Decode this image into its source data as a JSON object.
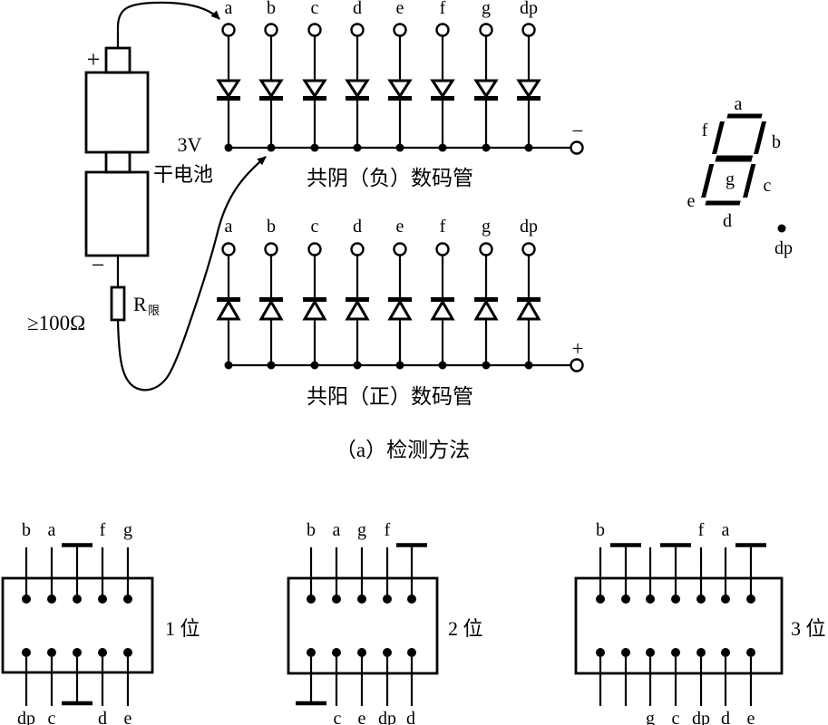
{
  "figure": {
    "caption": "（a）检测方法"
  },
  "test_circuit": {
    "battery": {
      "plus_sign": "+",
      "minus_sign": "−",
      "voltage": "3V",
      "name": "干电池"
    },
    "resistor": {
      "symbol": "R",
      "subscript": "限",
      "value": "≥100Ω"
    },
    "pin_labels": [
      "a",
      "b",
      "c",
      "d",
      "e",
      "f",
      "g",
      "dp"
    ],
    "common_cathode": {
      "caption": "共阴（负）数码管",
      "terminal": "−"
    },
    "common_anode": {
      "caption": "共阳（正）数码管",
      "terminal": "+"
    }
  },
  "segment_display": {
    "a": "a",
    "b": "b",
    "c": "c",
    "d": "d",
    "e": "e",
    "f": "f",
    "g": "g",
    "dp": "dp"
  },
  "packages": {
    "one_digit": {
      "name": "1 位",
      "top_pins": [
        "b",
        "a",
        "f",
        "g"
      ],
      "bottom_pins": [
        "dp",
        "c",
        "d",
        "e"
      ]
    },
    "two_digit": {
      "name": "2 位",
      "top_pins": [
        "b",
        "a",
        "g",
        "f"
      ],
      "bottom_pins": [
        "c",
        "e",
        "dp",
        "d"
      ]
    },
    "three_digit": {
      "name": "3 位",
      "top_pins": [
        "b",
        "f",
        "a"
      ],
      "bottom_pins": [
        "g",
        "c",
        "dp",
        "d",
        "e"
      ]
    }
  }
}
